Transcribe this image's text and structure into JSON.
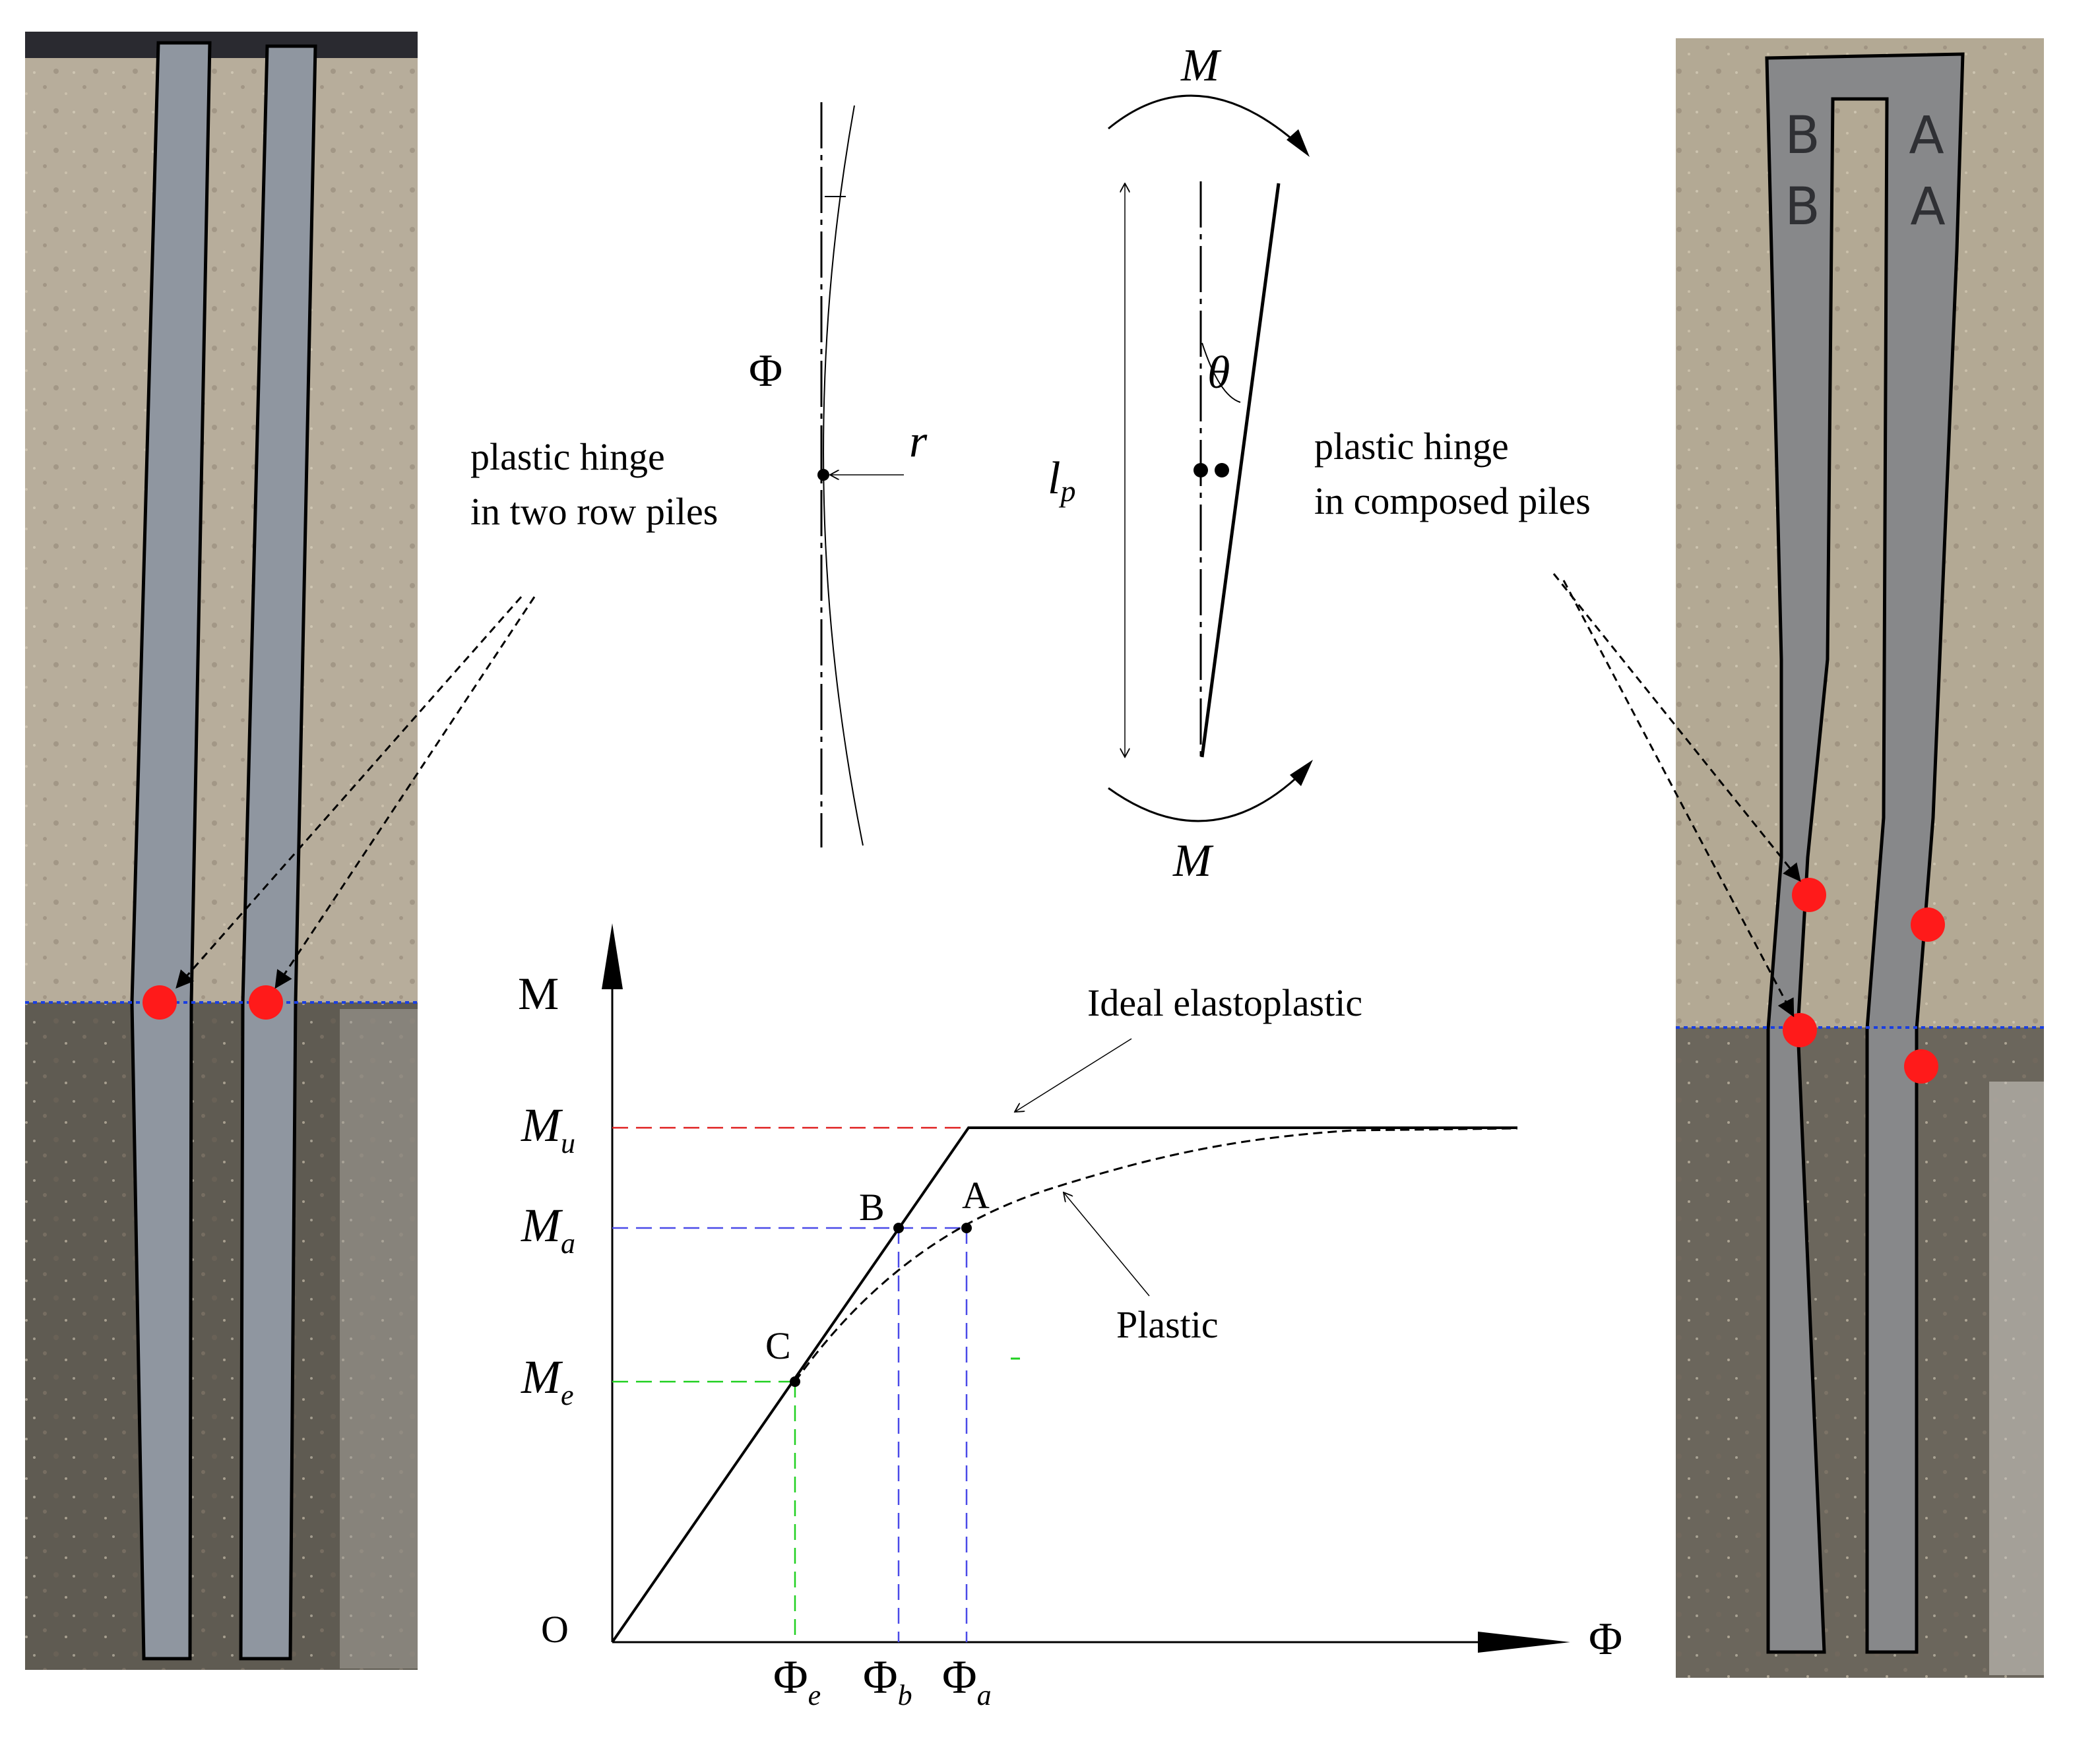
{
  "left_photo": {
    "annotation_line1": "plastic hinge",
    "annotation_line2": "in two row piles",
    "pile_labels": []
  },
  "right_photo": {
    "annotation_line1": "plastic hinge",
    "annotation_line2": "in composed piles",
    "pile_labels": [
      "B",
      "A",
      "B",
      "A"
    ]
  },
  "curvature_sketch": {
    "phi": "Φ",
    "r": "r"
  },
  "rotation_sketch": {
    "moment_top": "M",
    "moment_bottom": "M",
    "theta": "θ",
    "lp_main": "l",
    "lp_sub": "p"
  },
  "chart_data": {
    "type": "line",
    "y_axis_label": "M",
    "x_axis_label": "Φ",
    "origin_label": "O",
    "y_ticks": [
      {
        "main": "M",
        "sub": "u"
      },
      {
        "main": "M",
        "sub": "a"
      },
      {
        "main": "M",
        "sub": "e"
      }
    ],
    "x_ticks": [
      {
        "main": "Φ",
        "sub": "e"
      },
      {
        "main": "Φ",
        "sub": "b"
      },
      {
        "main": "Φ",
        "sub": "a"
      }
    ],
    "points": [
      {
        "label": "A"
      },
      {
        "label": "B"
      },
      {
        "label": "C"
      }
    ],
    "series": [
      {
        "name": "Ideal elastoplastic",
        "style": "solid"
      },
      {
        "name": "Plastic",
        "style": "dashed"
      }
    ]
  }
}
